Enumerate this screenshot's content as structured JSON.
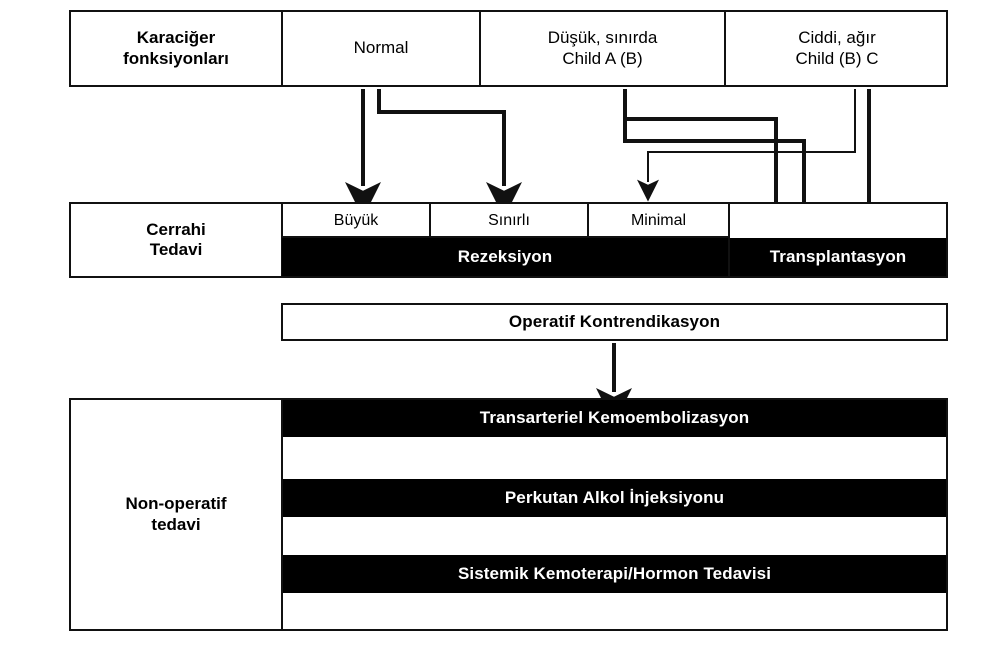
{
  "figure": {
    "title": "Karaciger fonksiyonlarina gore hepatosellüler karsinom tedavi algoritmasi",
    "language": "tr"
  },
  "colors": {
    "stroke": "#111111",
    "fill_black": "#000000",
    "fill_white": "#ffffff",
    "text_on_black": "#ffffff"
  },
  "row_liver": {
    "label": "Karaciğer\nfonksiyonları",
    "label_line1": "Karaciğer",
    "label_line2": "fonksiyonları",
    "columns": [
      {
        "id": "normal",
        "line1": "Normal",
        "line2": ""
      },
      {
        "id": "dusuk",
        "line1": "Düşük, sınırda",
        "line2": "Child A (B)"
      },
      {
        "id": "ciddi",
        "line1": "Ciddi, ağır",
        "line2": "Child (B) C"
      }
    ]
  },
  "row_surgical": {
    "label_line1": "Cerrahi",
    "label_line2": "Tedavi",
    "extent_columns": [
      {
        "id": "buyuk",
        "label": "Büyük"
      },
      {
        "id": "sinirli",
        "label": "Sınırlı"
      },
      {
        "id": "minimal",
        "label": "Minimal"
      }
    ],
    "treatments": [
      {
        "id": "rezeksiyon",
        "label": "Rezeksiyon"
      },
      {
        "id": "transplantasyon",
        "label": "Transplantasyon"
      }
    ]
  },
  "contraindication": {
    "label": "Operatif Kontrendikasyon"
  },
  "row_nonoperative": {
    "label_line1": "Non-operatif",
    "label_line2": "tedavi",
    "options": [
      {
        "id": "tace",
        "label": "Transarteriel Kemoembolizasyon"
      },
      {
        "id": "pei",
        "label": "Perkutan Alkol İnjeksiyonu"
      },
      {
        "id": "chemo",
        "label": "Sistemik Kemoterapi/Hormon Tedavisi"
      }
    ],
    "blank_rows": 3
  },
  "connectors": [
    {
      "id": "normal-to-buyuk",
      "from": "normal",
      "to": "buyuk",
      "weight": "thick"
    },
    {
      "id": "normal-to-sinirli",
      "from": "normal",
      "to": "sinirli",
      "weight": "thick"
    },
    {
      "id": "dusuk-to-minimal",
      "from": "dusuk",
      "to": "minimal",
      "weight": "thin"
    },
    {
      "id": "dusuk-to-transplantasyon-a",
      "from": "dusuk",
      "to": "transplantasyon",
      "weight": "thick"
    },
    {
      "id": "dusuk-to-transplantasyon-b",
      "from": "dusuk",
      "to": "transplantasyon",
      "weight": "thick"
    },
    {
      "id": "ciddi-to-transplantasyon",
      "from": "ciddi",
      "to": "transplantasyon",
      "weight": "thick"
    },
    {
      "id": "kontrendikasyon-to-nonoperatif",
      "from": "contraindication",
      "to": "nonoperative",
      "weight": "thick"
    }
  ]
}
